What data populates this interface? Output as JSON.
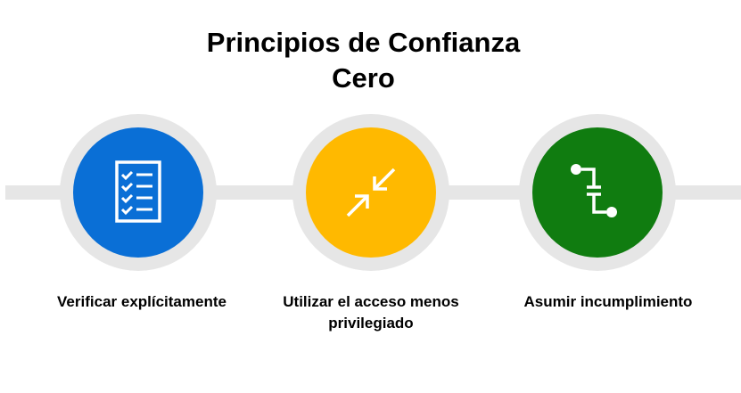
{
  "title_line1": "Principios de Confianza",
  "title_line2": "Cero",
  "colors": {
    "connector": "#e6e6e6",
    "blue": "#0a6fd6",
    "yellow": "#ffb900",
    "green": "#107c10",
    "icon": "#ffffff"
  },
  "principles": [
    {
      "label_line1": "Verificar explícitamente",
      "label_line2": "",
      "icon": "checklist-icon",
      "color": "#0a6fd6"
    },
    {
      "label_line1": "Utilizar el acceso menos",
      "label_line2": "privilegiado",
      "icon": "arrows-inward-icon",
      "color": "#ffb900"
    },
    {
      "label_line1": "Asumir incumplimiento",
      "label_line2": "",
      "icon": "broken-circuit-icon",
      "color": "#107c10"
    }
  ]
}
